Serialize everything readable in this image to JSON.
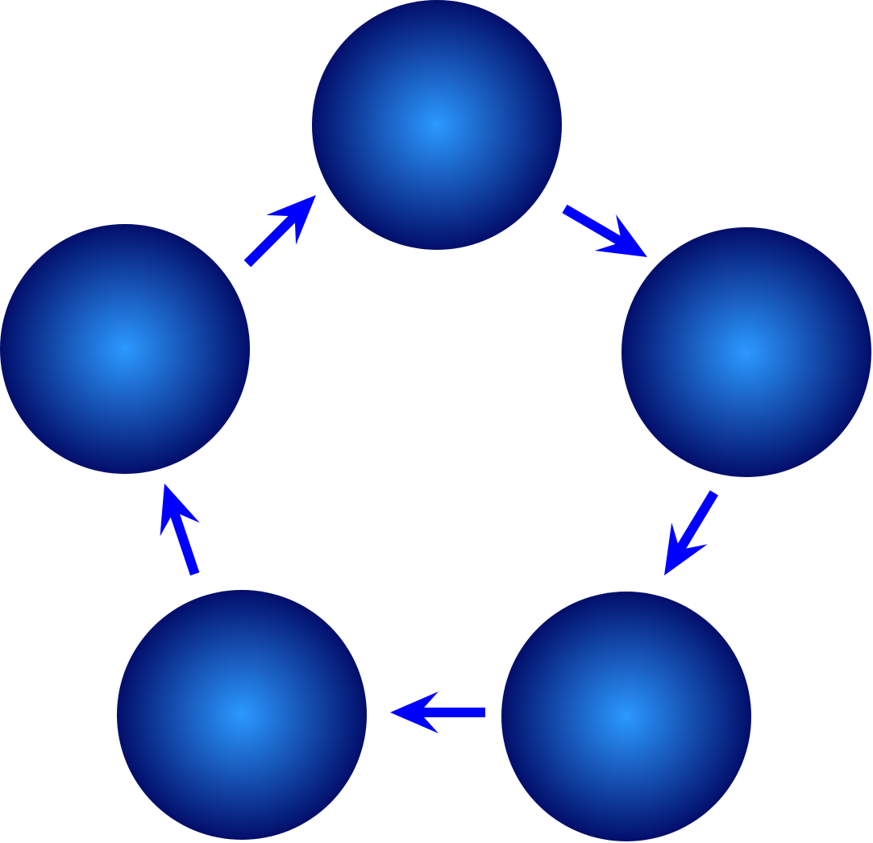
{
  "diagram": {
    "type": "cycle",
    "node_count": 5,
    "direction": "clockwise",
    "nodes": [
      {
        "id": "node-top",
        "label": ""
      },
      {
        "id": "node-right",
        "label": ""
      },
      {
        "id": "node-bottom-right",
        "label": ""
      },
      {
        "id": "node-bottom-left",
        "label": ""
      },
      {
        "id": "node-left",
        "label": ""
      }
    ],
    "edges": [
      {
        "from": "node-top",
        "to": "node-right"
      },
      {
        "from": "node-right",
        "to": "node-bottom-right"
      },
      {
        "from": "node-bottom-right",
        "to": "node-bottom-left"
      },
      {
        "from": "node-bottom-left",
        "to": "node-left"
      },
      {
        "from": "node-left",
        "to": "node-top"
      }
    ],
    "colors": {
      "sphere_center": "#2b99ff",
      "sphere_edge": "#020e6a",
      "arrow": "#0000ff",
      "background": "#ffffff"
    }
  }
}
